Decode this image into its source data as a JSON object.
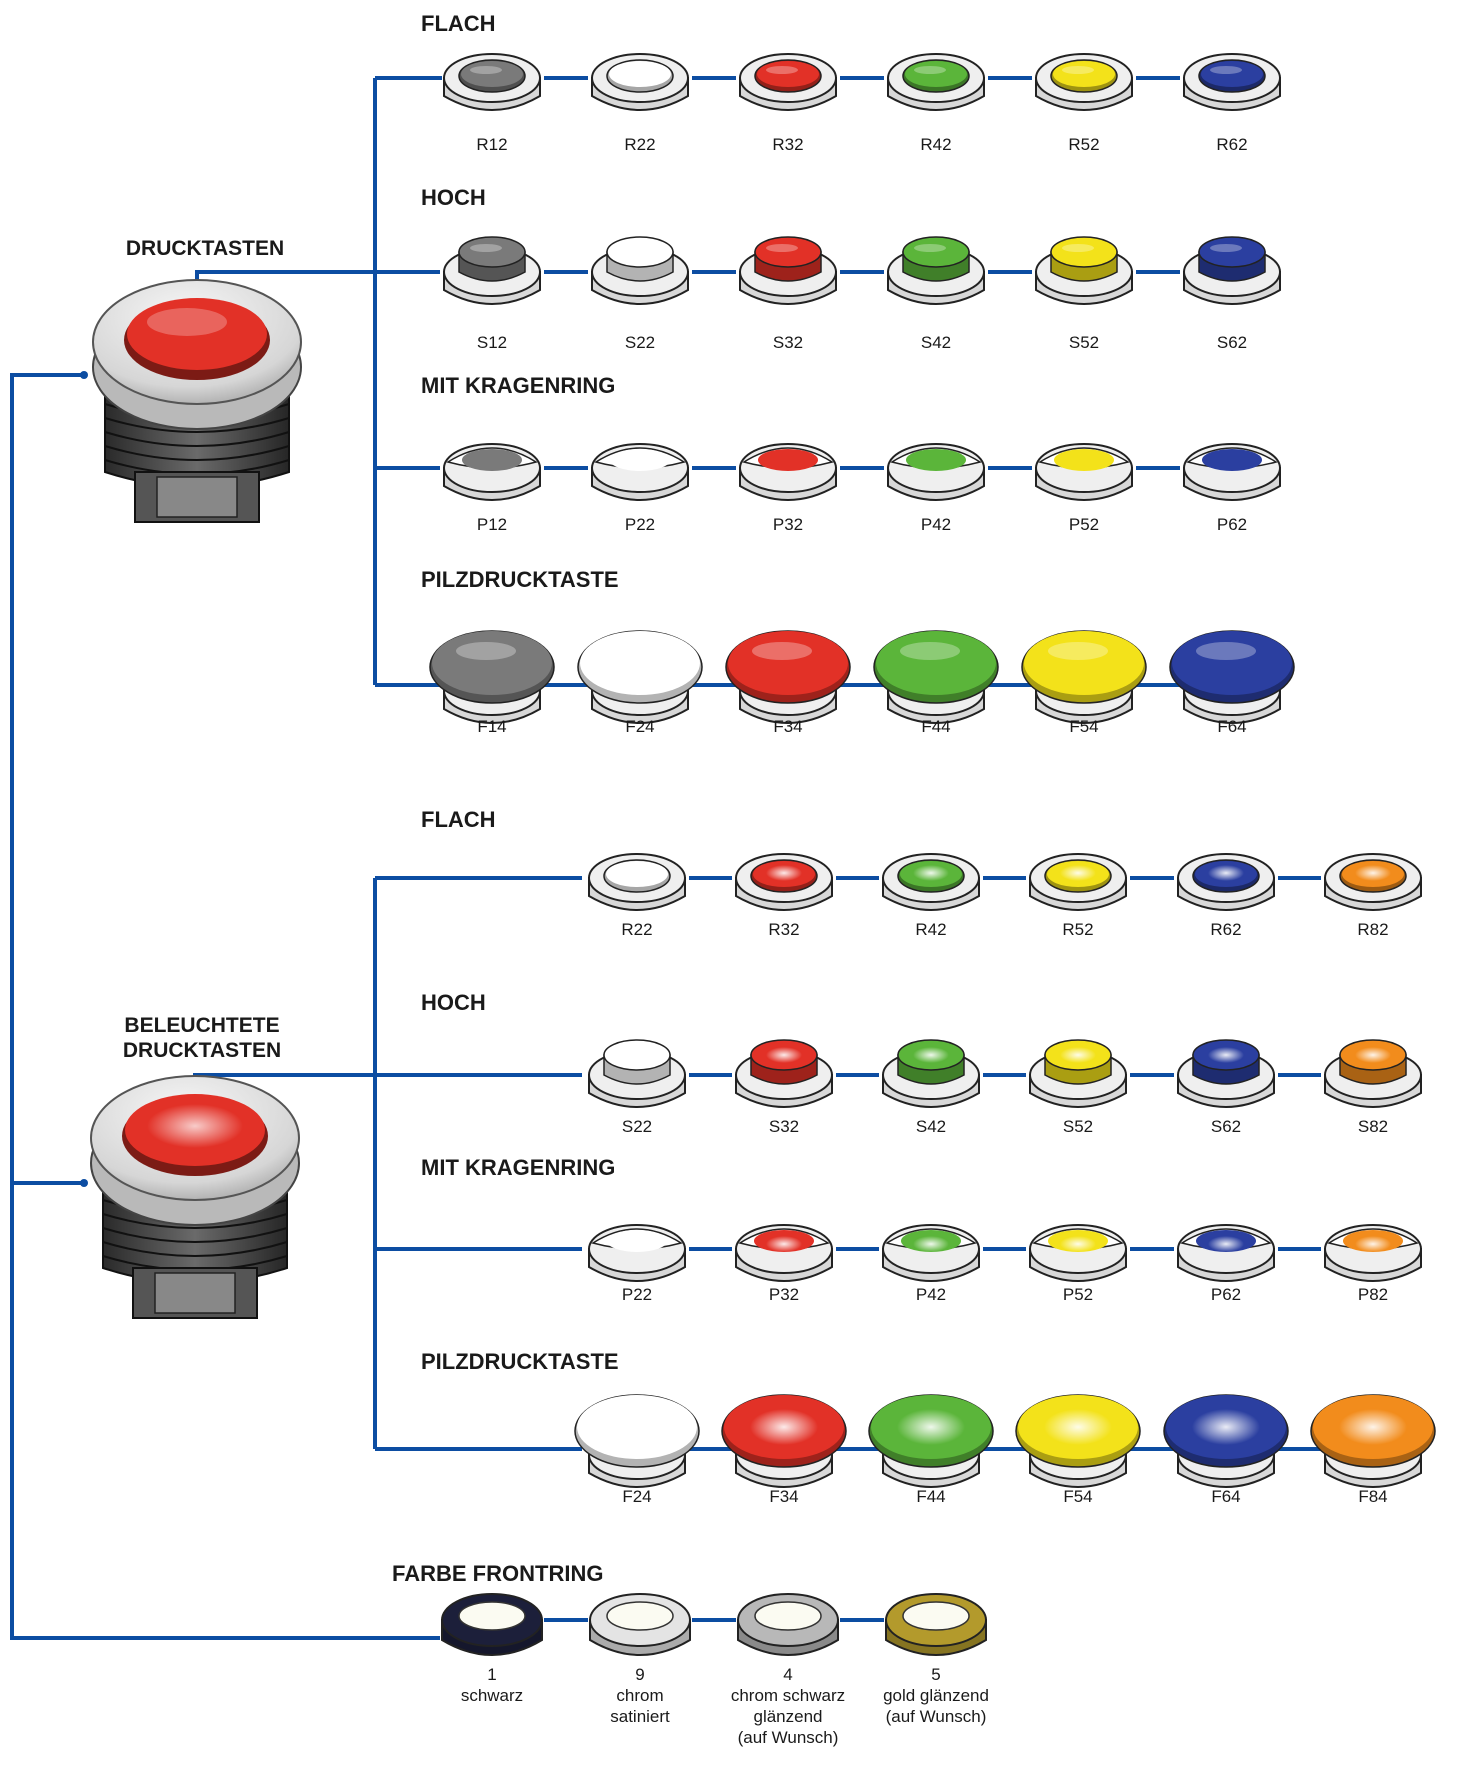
{
  "colors": {
    "line": "#0c4da2",
    "black": "#7a7a7a",
    "white": "#ffffff",
    "red": "#e23127",
    "green": "#5bb53a",
    "yellow": "#f3e21a",
    "blue": "#2b3fa0",
    "orange": "#f28c1c"
  },
  "groups": [
    {
      "title": "DRUCKTASTEN",
      "head_lit": false,
      "rows": [
        {
          "title": "FLACH",
          "style": "flat",
          "items": [
            {
              "code": "R12",
              "color": "black"
            },
            {
              "code": "R22",
              "color": "white"
            },
            {
              "code": "R32",
              "color": "red"
            },
            {
              "code": "R42",
              "color": "green"
            },
            {
              "code": "R52",
              "color": "yellow"
            },
            {
              "code": "R62",
              "color": "blue"
            }
          ]
        },
        {
          "title": "HOCH",
          "style": "high",
          "items": [
            {
              "code": "S12",
              "color": "black"
            },
            {
              "code": "S22",
              "color": "white"
            },
            {
              "code": "S32",
              "color": "red"
            },
            {
              "code": "S42",
              "color": "green"
            },
            {
              "code": "S52",
              "color": "yellow"
            },
            {
              "code": "S62",
              "color": "blue"
            }
          ]
        },
        {
          "title": "MIT KRAGENRING",
          "style": "collar",
          "items": [
            {
              "code": "P12",
              "color": "black"
            },
            {
              "code": "P22",
              "color": "white"
            },
            {
              "code": "P32",
              "color": "red"
            },
            {
              "code": "P42",
              "color": "green"
            },
            {
              "code": "P52",
              "color": "yellow"
            },
            {
              "code": "P62",
              "color": "blue"
            }
          ]
        },
        {
          "title": "PILZDRUCKTASTE",
          "style": "mushroom",
          "items": [
            {
              "code": "F14",
              "color": "black"
            },
            {
              "code": "F24",
              "color": "white"
            },
            {
              "code": "F34",
              "color": "red"
            },
            {
              "code": "F44",
              "color": "green"
            },
            {
              "code": "F54",
              "color": "yellow"
            },
            {
              "code": "F64",
              "color": "blue"
            }
          ]
        }
      ]
    },
    {
      "title": "BELEUCHTETE DRUCKTASTEN",
      "head_lit": true,
      "rows": [
        {
          "title": "FLACH",
          "style": "flat",
          "items": [
            {
              "code": "R22",
              "color": "white"
            },
            {
              "code": "R32",
              "color": "red"
            },
            {
              "code": "R42",
              "color": "green"
            },
            {
              "code": "R52",
              "color": "yellow"
            },
            {
              "code": "R62",
              "color": "blue"
            },
            {
              "code": "R82",
              "color": "orange"
            }
          ]
        },
        {
          "title": "HOCH",
          "style": "high",
          "items": [
            {
              "code": "S22",
              "color": "white"
            },
            {
              "code": "S32",
              "color": "red"
            },
            {
              "code": "S42",
              "color": "green"
            },
            {
              "code": "S52",
              "color": "yellow"
            },
            {
              "code": "S62",
              "color": "blue"
            },
            {
              "code": "S82",
              "color": "orange"
            }
          ]
        },
        {
          "title": "MIT KRAGENRING",
          "style": "collar",
          "items": [
            {
              "code": "P22",
              "color": "white"
            },
            {
              "code": "P32",
              "color": "red"
            },
            {
              "code": "P42",
              "color": "green"
            },
            {
              "code": "P52",
              "color": "yellow"
            },
            {
              "code": "P62",
              "color": "blue"
            },
            {
              "code": "P82",
              "color": "orange"
            }
          ]
        },
        {
          "title": "PILZDRUCKTASTE",
          "style": "mushroom",
          "items": [
            {
              "code": "F24",
              "color": "white"
            },
            {
              "code": "F34",
              "color": "red"
            },
            {
              "code": "F44",
              "color": "green"
            },
            {
              "code": "F54",
              "color": "yellow"
            },
            {
              "code": "F64",
              "color": "blue"
            },
            {
              "code": "F84",
              "color": "orange"
            }
          ]
        }
      ]
    }
  ],
  "frontring": {
    "title": "FARBE FRONTRING",
    "items": [
      {
        "number": "1",
        "lines": [
          "schwarz"
        ],
        "ring": "#1c1f3a"
      },
      {
        "number": "9",
        "lines": [
          "chrom",
          "satiniert"
        ],
        "ring": "#e4e4e4"
      },
      {
        "number": "4",
        "lines": [
          "chrom schwarz",
          "glänzend",
          "(auf Wunsch)"
        ],
        "ring": "#b8b8b8"
      },
      {
        "number": "5",
        "lines": [
          "gold glänzend",
          "(auf Wunsch)"
        ],
        "ring": "#b39a2c"
      }
    ]
  }
}
